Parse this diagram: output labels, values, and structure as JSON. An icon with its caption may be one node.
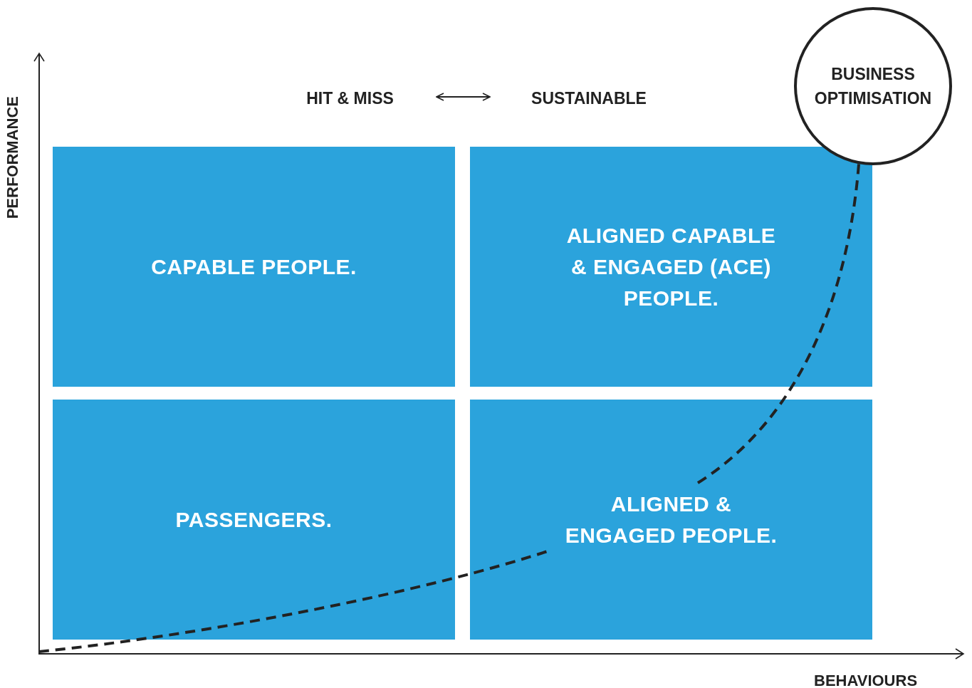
{
  "diagram": {
    "nodes": [
      {
        "text": [
          "HIT & MISS"
        ]
      },
      {
        "text": [
          "SUSTAINABLE"
        ]
      },
      {
        "text": [
          "BUSINESS OPTIMISATION"
        ]
      },
      {
        "text": [
          "CAPABLE PEOPLE."
        ]
      },
      {
        "text": [
          "ALIGNED CAPABLE & ENGAGED (ACE) PEOPLE."
        ]
      },
      {
        "text": [
          "PASSENGERS."
        ]
      },
      {
        "text": [
          "ALIGNED & ENGAGED PEOPLE."
        ]
      }
    ],
    "edges": [
      {
        "from": 0,
        "to": 1,
        "arrow": "both"
      },
      {
        "from": null,
        "to": 2,
        "arrow": "none",
        "style": "dashed"
      }
    ],
    "labels": [
      "PERFORMANCE",
      "BEHAVIOURS"
    ]
  }
}
